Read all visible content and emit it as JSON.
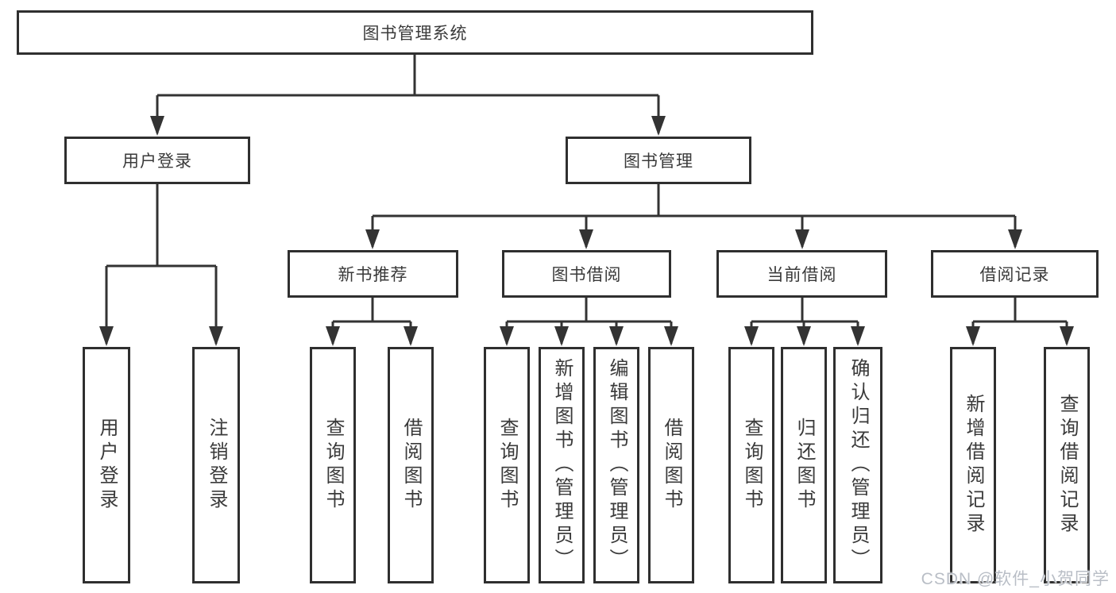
{
  "tree": {
    "root": {
      "label": "图书管理系统"
    },
    "branches": [
      {
        "label": "用户登录",
        "children": [
          {
            "label": "用户登录"
          },
          {
            "label": "注销登录"
          }
        ]
      },
      {
        "label": "图书管理",
        "children": [
          {
            "label": "新书推荐",
            "children": [
              {
                "label": "查询图书"
              },
              {
                "label": "借阅图书"
              }
            ]
          },
          {
            "label": "图书借阅",
            "children": [
              {
                "label": "查询图书"
              },
              {
                "label": "新增图书（管理员）"
              },
              {
                "label": "编辑图书（管理员）"
              },
              {
                "label": "借阅图书"
              }
            ]
          },
          {
            "label": "当前借阅",
            "children": [
              {
                "label": "查询图书"
              },
              {
                "label": "归还图书"
              },
              {
                "label": "确认归还（管理员）"
              }
            ]
          },
          {
            "label": "借阅记录",
            "children": [
              {
                "label": "新增借阅记录"
              },
              {
                "label": "查询借阅记录"
              }
            ]
          }
        ]
      }
    ]
  },
  "watermark": {
    "text": "CSDN @软件_小贺同学"
  },
  "colors": {
    "line": "#333333",
    "box_border": "#2f2f2f",
    "text": "#3a3a3a",
    "watermark": "#b9bec6",
    "background": "#ffffff"
  }
}
